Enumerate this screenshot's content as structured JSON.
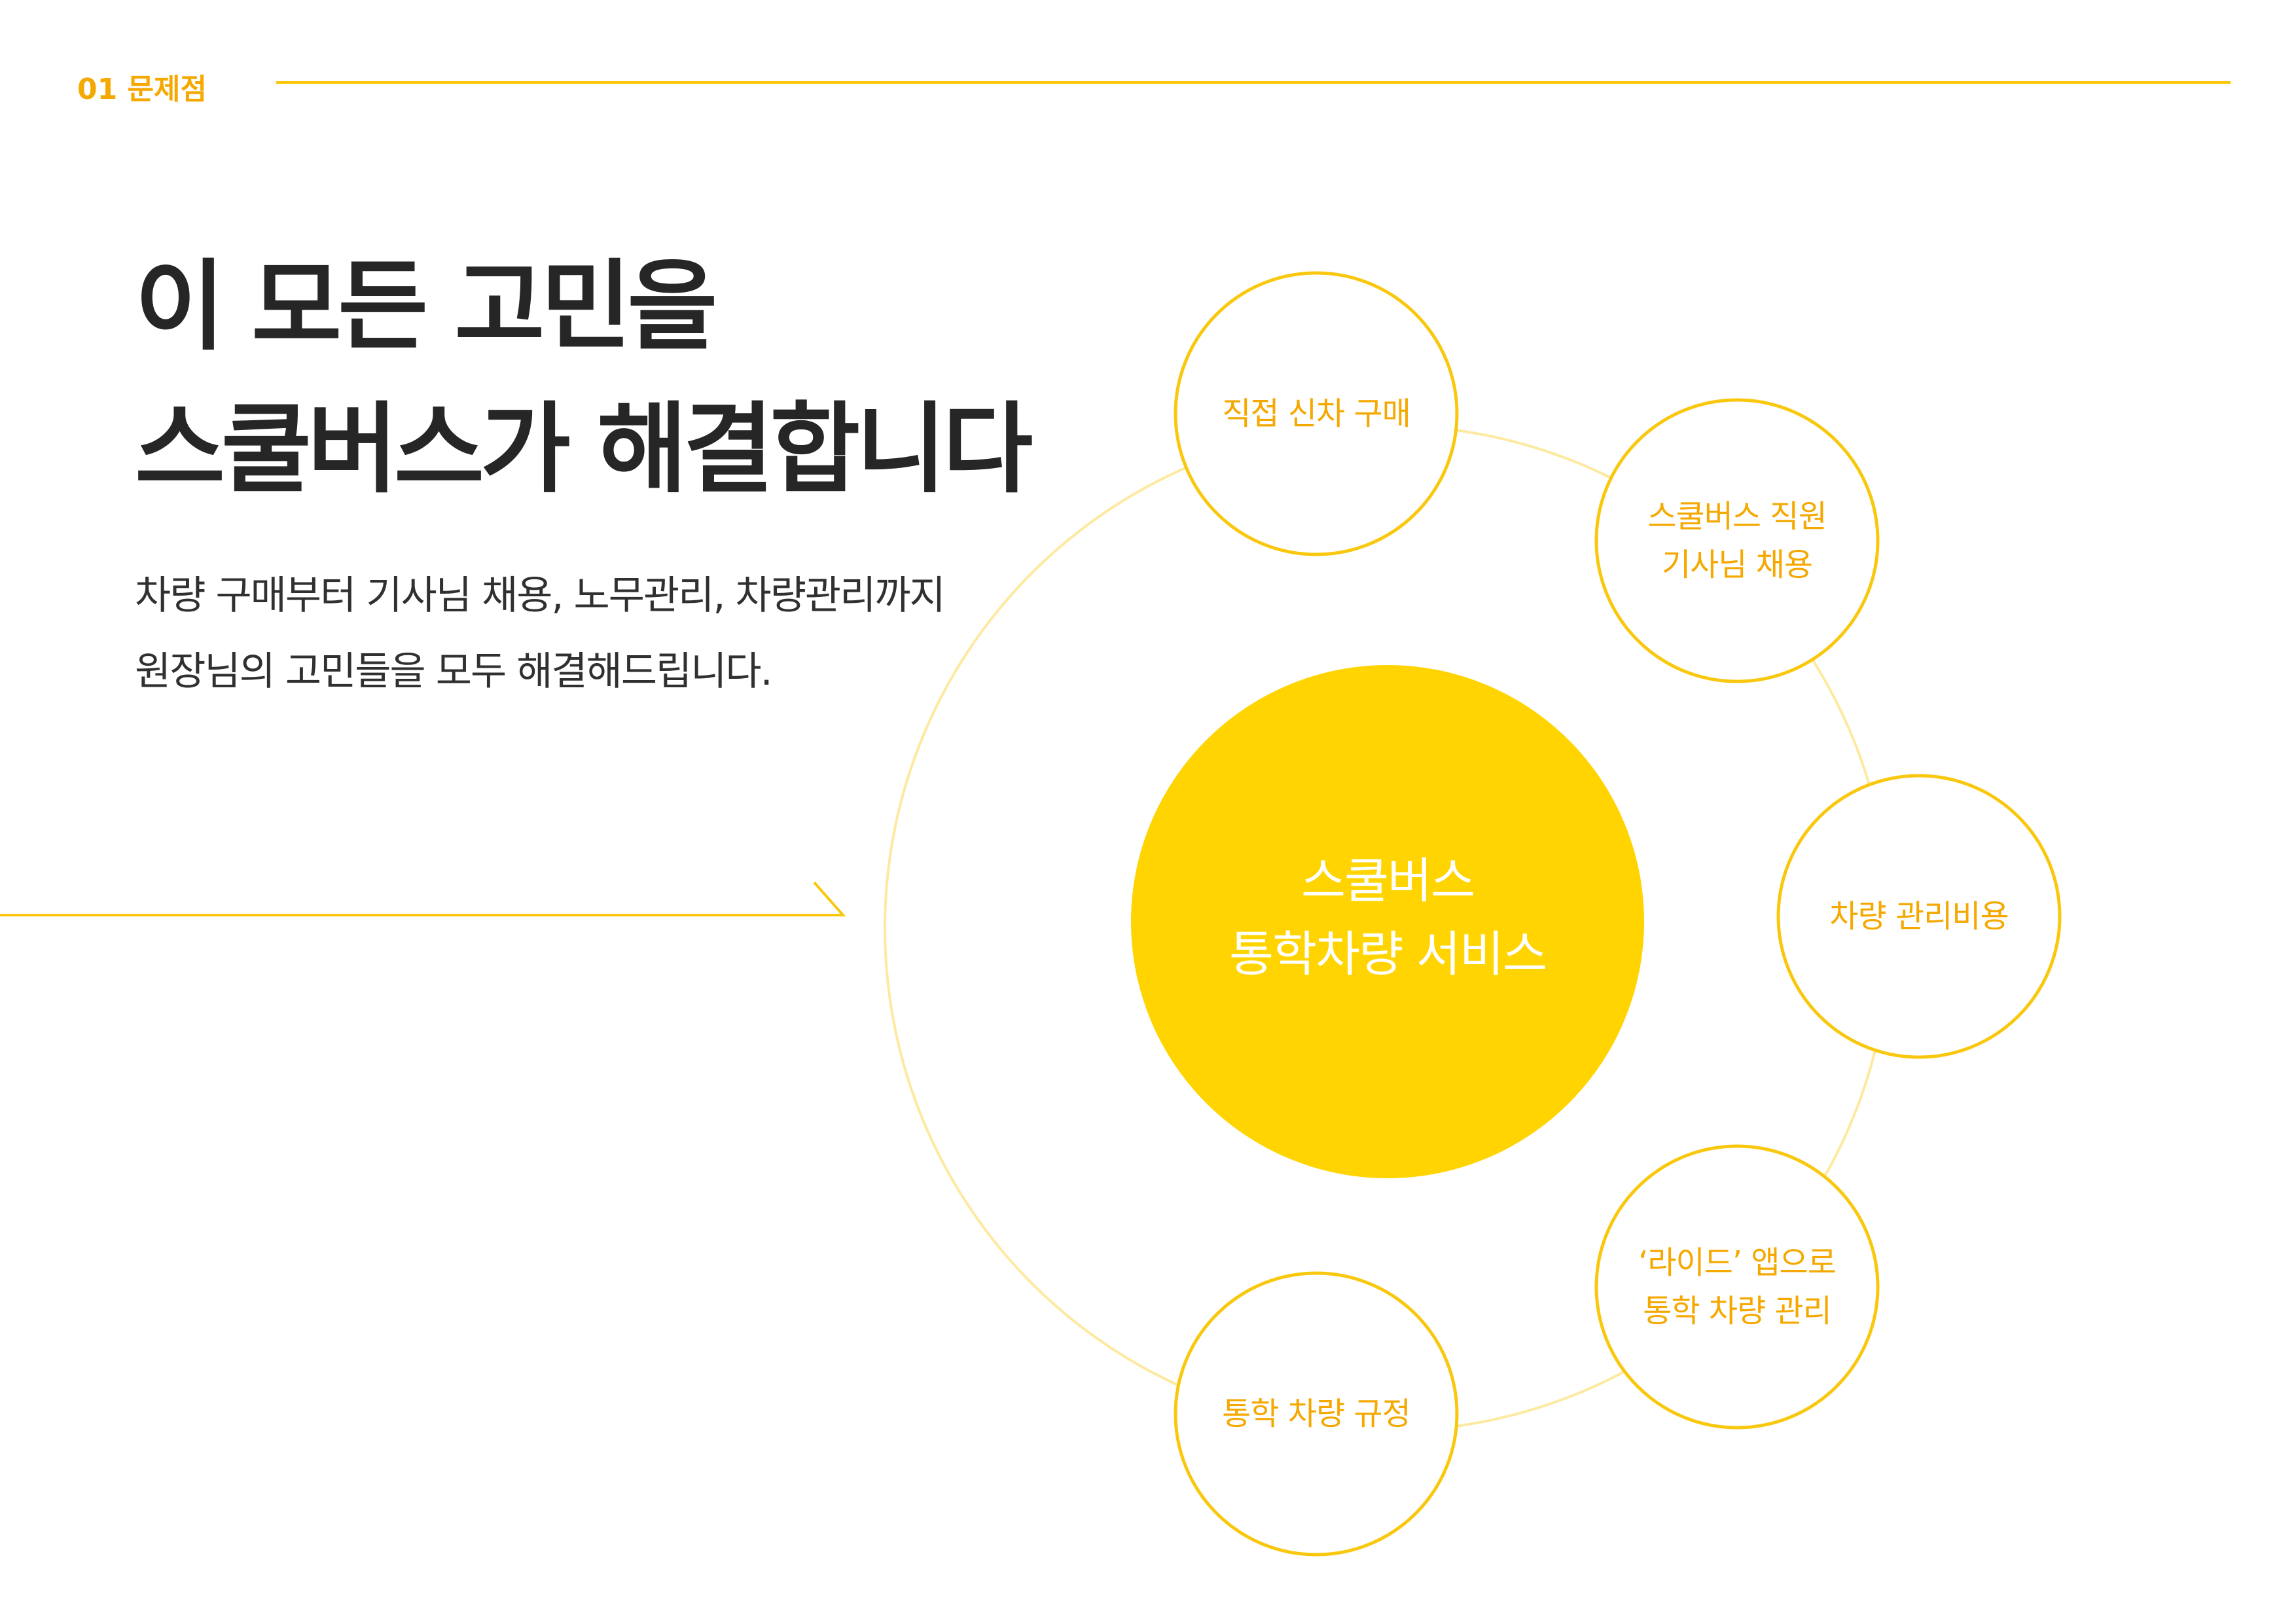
{
  "header": {
    "section_label": "01 문제점"
  },
  "headline": {
    "line1": "이 모든 고민을",
    "line2": "스쿨버스가 해결합니다"
  },
  "body": {
    "line1": "차량 구매부터 기사님 채용, 노무관리, 차량관리까지",
    "line2": "원장님의 고민들을 모두 해결해드립니다."
  },
  "diagram": {
    "center": {
      "line1": "스쿨버스",
      "line2": "통학차량 서비스"
    },
    "nodes": [
      {
        "line1": "직접 신차 구매"
      },
      {
        "line1": "스쿨버스 직원",
        "line2": "기사님 채용"
      },
      {
        "line1": "차량 관리비용"
      },
      {
        "line1": "‘라이드’ 앱으로",
        "line2": "통학 차량 관리"
      },
      {
        "line1": "통학 차량 규정"
      }
    ]
  },
  "colors": {
    "accent": "#f5a800",
    "center_fill": "#ffd400",
    "node_stroke": "#f9c80e",
    "orbit_stroke": "#fde9a0",
    "heading": "#262626"
  }
}
